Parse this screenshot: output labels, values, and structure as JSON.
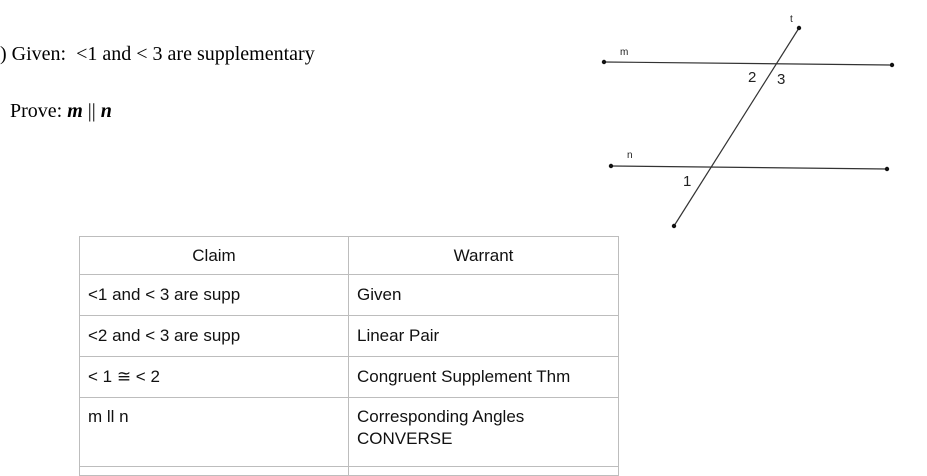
{
  "problem": {
    "given_text": ") Given:  <1 and < 3 are supplementary",
    "prove_prefix": "Prove: ",
    "prove_m": "m",
    "prove_parallel": " || ",
    "prove_n": "n"
  },
  "diagram": {
    "line_m_label": "m",
    "line_n_label": "n",
    "transversal_label": "t",
    "angle_2_label": "2",
    "angle_3_label": "3",
    "angle_1_label": "1"
  },
  "proof_table": {
    "headers": [
      "Claim",
      "Warrant"
    ],
    "rows": [
      {
        "claim": "<1 and < 3 are supp",
        "warrant": "Given"
      },
      {
        "claim": "<2  and < 3 are supp",
        "warrant": "Linear Pair"
      },
      {
        "claim": "< 1 ≅ < 2",
        "warrant": "Congruent Supplement Thm"
      },
      {
        "claim": "m ll n",
        "warrant": "Corresponding Angles\nCONVERSE"
      }
    ]
  }
}
